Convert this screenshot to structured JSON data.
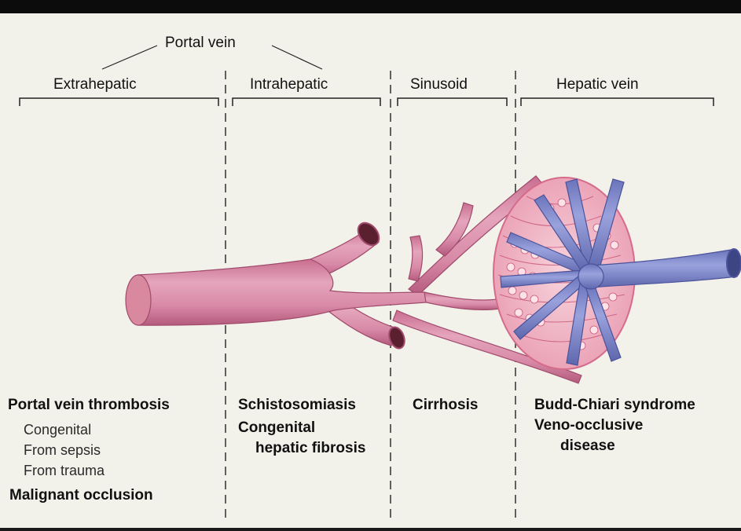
{
  "header": {
    "group_label": "Portal vein",
    "sections": [
      "Extrahepatic",
      "Intrahepatic",
      "Sinusoid",
      "Hepatic vein"
    ]
  },
  "conditions": {
    "extrahepatic": {
      "primary": "Portal vein thrombosis",
      "sub": [
        "Congenital",
        "From sepsis",
        "From trauma"
      ],
      "secondary": "Malignant occlusion"
    },
    "intrahepatic": {
      "primary": "Schistosomiasis",
      "secondary_line1": "Congenital",
      "secondary_line2": "hepatic fibrosis"
    },
    "sinusoid": {
      "primary": "Cirrhosis"
    },
    "hepatic_vein": {
      "primary": "Budd-Chiari syndrome",
      "secondary_line1": "Veno-occlusive",
      "secondary_line2": "disease"
    }
  },
  "colors": {
    "portal_vein": "#d98ba8",
    "hepatic_vein": "#7d86c9",
    "background": "#f2f1ea",
    "hepatocyte": "#f0b8c6"
  }
}
